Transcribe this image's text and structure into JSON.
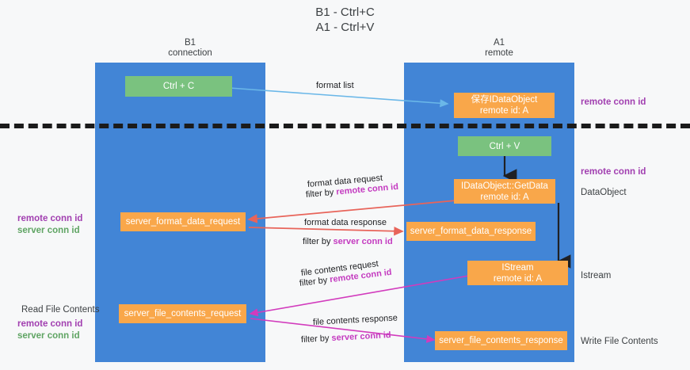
{
  "title": {
    "line1": "B1 - Ctrl+C",
    "line2": "A1 - Ctrl+V"
  },
  "colors": {
    "lane": "#4285d6",
    "green_node": "#7ac27f",
    "orange_node": "#f9a74a",
    "purple_text": "#a13fb0",
    "green_text": "#5fa463",
    "magenta_text": "#c43bc0",
    "arrow_blue": "#6ab7e8",
    "arrow_red": "#e8645a",
    "arrow_magenta": "#d23bbd",
    "arrow_dark": "#202124",
    "divider": "#1b1b1b"
  },
  "columns": [
    {
      "name": "B1",
      "sub": "connection"
    },
    {
      "name": "A1",
      "sub": "remote"
    }
  ],
  "nodes": [
    {
      "id": "ctrl-c",
      "line1": "Ctrl + C",
      "line2": "",
      "color": "green"
    },
    {
      "id": "save-idataobject",
      "line1": "保存IDataObject",
      "line2": "remote id: A",
      "color": "orange"
    },
    {
      "id": "ctrl-v",
      "line1": "Ctrl + V",
      "line2": "",
      "color": "green"
    },
    {
      "id": "idataobject-getdata",
      "line1": "IDataObject::GetData",
      "line2": "remote id: A",
      "color": "orange"
    },
    {
      "id": "server-format-data-request",
      "line1": "server_format_data_request",
      "line2": "",
      "color": "orange"
    },
    {
      "id": "server-format-data-response",
      "line1": "server_format_data_response",
      "line2": "",
      "color": "orange"
    },
    {
      "id": "istream",
      "line1": "IStream",
      "line2": "remote id: A",
      "color": "orange"
    },
    {
      "id": "server-file-contents-request",
      "line1": "server_file_contents_request",
      "line2": "",
      "color": "orange"
    },
    {
      "id": "server-file-contents-response",
      "line1": "server_file_contents_response",
      "line2": "",
      "color": "orange"
    }
  ],
  "edge_labels": [
    {
      "id": "format-list",
      "text": "format list"
    },
    {
      "id": "format-data-request",
      "text": "format data request"
    },
    {
      "id": "format-data-request-filter-prefix",
      "text": "filter by ",
      "highlight": "remote conn id"
    },
    {
      "id": "format-data-response",
      "text": "format data response"
    },
    {
      "id": "format-data-response-filter-prefix",
      "text": "filter by ",
      "highlight": "server conn id"
    },
    {
      "id": "file-contents-request",
      "text": "file contents request"
    },
    {
      "id": "file-contents-request-filter-prefix",
      "text": "filter by ",
      "highlight": "remote conn id"
    },
    {
      "id": "file-contents-response",
      "text": "file contents response"
    },
    {
      "id": "file-contents-response-filter-prefix",
      "text": "filter by ",
      "highlight": "server conn id"
    }
  ],
  "annotations": {
    "right": [
      {
        "id": "remote-conn-id-top",
        "text": "remote conn id",
        "style": "purple"
      },
      {
        "id": "remote-conn-id-mid",
        "text": "remote conn id",
        "style": "purple"
      },
      {
        "id": "dataobject",
        "text": "DataObject",
        "style": "plain"
      },
      {
        "id": "istream-label",
        "text": "Istream",
        "style": "plain"
      },
      {
        "id": "write-file-contents",
        "text": "Write File Contents",
        "style": "plain"
      }
    ],
    "left": [
      {
        "id": "left-conn-ids-mid",
        "purple": "remote conn id",
        "green": "server conn id"
      },
      {
        "id": "read-file-contents",
        "text": "Read File Contents"
      },
      {
        "id": "left-conn-ids-bottom",
        "purple": "remote conn id",
        "green": "server conn id"
      }
    ]
  }
}
